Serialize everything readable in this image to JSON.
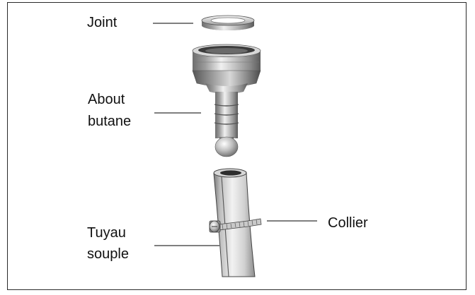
{
  "labels": {
    "joint": "Joint",
    "about_line1": "About",
    "about_line2": "butane",
    "collier": "Collier",
    "tuyau_line1": "Tuyau",
    "tuyau_line2": "souple"
  },
  "colors": {
    "frame": "#2a2a2a",
    "leader": "#333333",
    "metal_dark": "#6e6e6e",
    "metal_mid": "#b4b4b4",
    "metal_light": "#eeeeee"
  }
}
